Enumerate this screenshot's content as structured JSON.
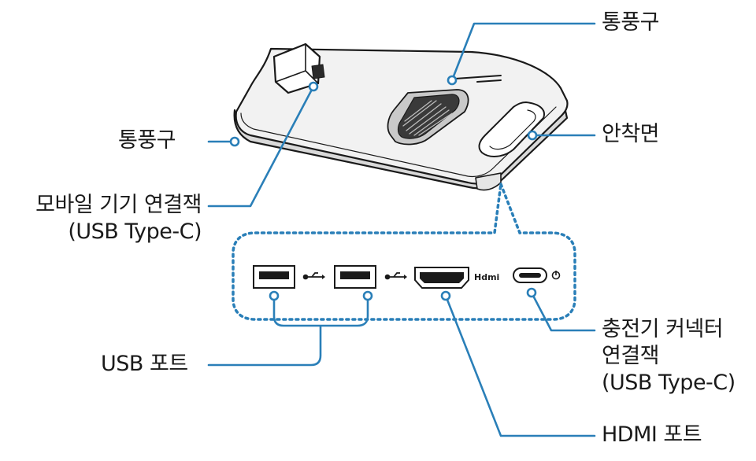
{
  "labels": {
    "vent_top": "통풍구",
    "vent_left": "통풍구",
    "mount_surface": "안착면",
    "device_connector": [
      "모바일 기기 연결잭",
      "(USB Type-C)"
    ],
    "usb_ports": "USB 포트",
    "charger_connector": [
      "충전기 커넥터",
      "연결잭",
      "(USB Type-C)"
    ],
    "hdmi_port": "HDMI 포트",
    "port_hdmi_mark": "Hdmi"
  },
  "colors": {
    "callout": "#2a7fb8",
    "outline": "#1a1a1a",
    "body_fill": "#f1f1f1",
    "shade": "#d6d6d6"
  }
}
